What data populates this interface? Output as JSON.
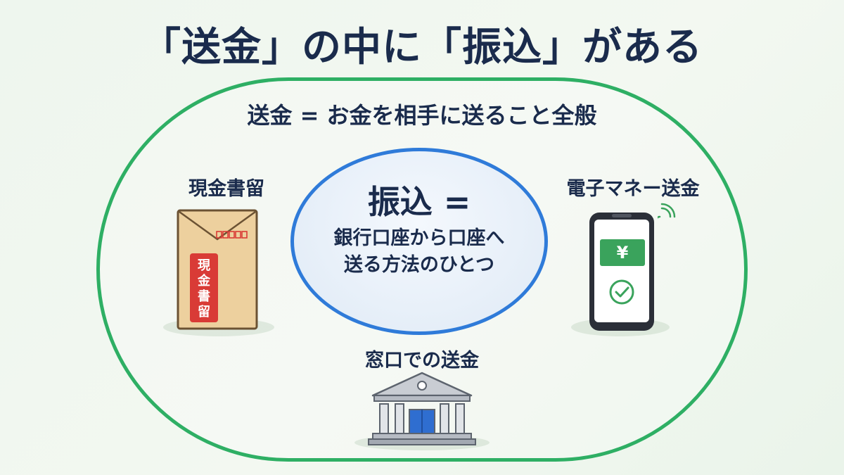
{
  "title": "「送金」の中に「振込」がある",
  "outer_label": "送金 = お金を相手に送ること全般",
  "inner": {
    "title": "振込 =",
    "lines": [
      "銀行口座から口座へ",
      "送る方法のひとつ"
    ]
  },
  "examples": {
    "left": {
      "label": "現金書留",
      "stamp_text": [
        "現",
        "金",
        "書",
        "留"
      ],
      "icon": "envelope-icon"
    },
    "right": {
      "label": "電子マネー送金",
      "screen_symbol": "¥",
      "icon": "smartphone-icon"
    },
    "bottom": {
      "label": "窓口での送金",
      "icon": "bank-building-icon"
    }
  },
  "colors": {
    "outer_border": "#2eaf64",
    "inner_border": "#2f7bd9",
    "title_text": "#1a2b4c",
    "stamp_red": "#d93b36",
    "phone_green": "#3aa35c"
  }
}
